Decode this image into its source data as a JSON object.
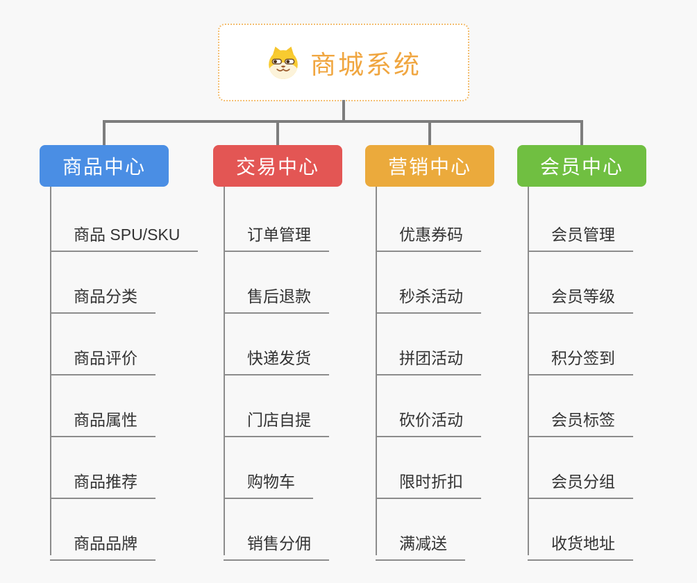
{
  "root": {
    "title": "商城系统",
    "icon": "dog-face-icon"
  },
  "categories": [
    {
      "label": "商品中心",
      "color": "#4a8ee4",
      "items": [
        "商品 SPU/SKU",
        "商品分类",
        "商品评价",
        "商品属性",
        "商品推荐",
        "商品品牌"
      ]
    },
    {
      "label": "交易中心",
      "color": "#e35654",
      "items": [
        "订单管理",
        "售后退款",
        "快递发货",
        "门店自提",
        "购物车",
        "销售分佣"
      ]
    },
    {
      "label": "营销中心",
      "color": "#ebaa3c",
      "items": [
        "优惠券码",
        "秒杀活动",
        "拼团活动",
        "砍价活动",
        "限时折扣",
        "满减送"
      ]
    },
    {
      "label": "会员中心",
      "color": "#70bf41",
      "items": [
        "会员管理",
        "会员等级",
        "积分签到",
        "会员标签",
        "会员分组",
        "收货地址"
      ]
    }
  ],
  "colors": {
    "page_background": "#f8f8f8",
    "root_border": "#f3bd6f",
    "root_text": "#f0a640",
    "connector": "#7d7d7d",
    "branch_line": "#8c8c8c",
    "leaf_text": "#333333"
  }
}
